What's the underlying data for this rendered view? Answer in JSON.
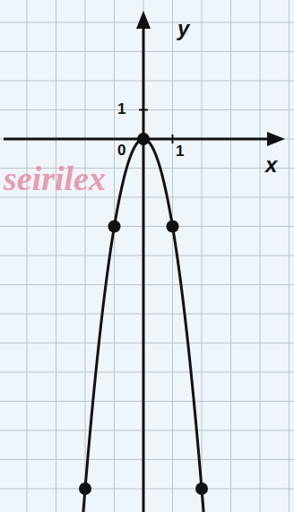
{
  "diagram": {
    "labels": [
      "y",
      "1",
      "0",
      "1",
      "x",
      "seirilex"
    ]
  }
}
